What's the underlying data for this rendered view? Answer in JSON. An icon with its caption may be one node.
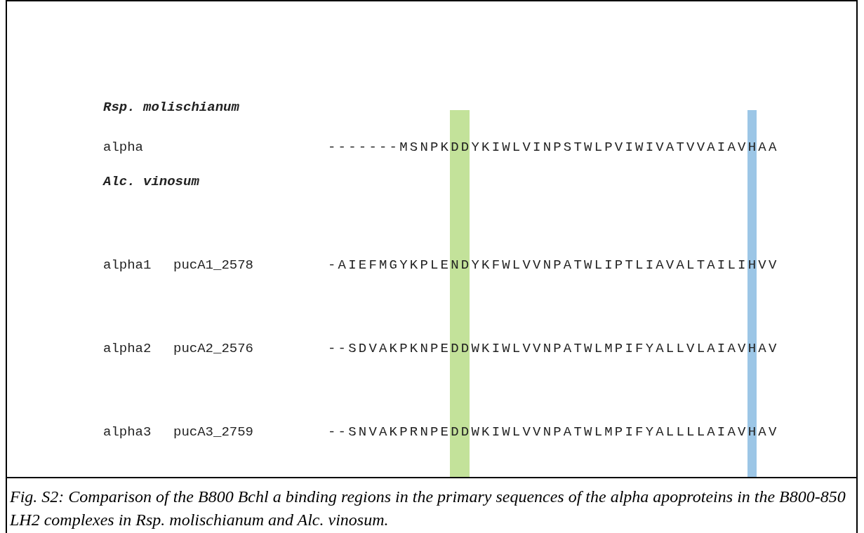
{
  "diagram": {
    "caption": "Fig. S2: Comparison of the B800 Bchl a binding regions in the primary sequences of the alpha apoproteins in the B800-850 LH2 complexes in Rsp. molischianum and Alc. vinosum.",
    "labels": [
      "Rsp. molischianum",
      "alpha",
      "-------MSNPKDDYKIWLVINPSTWLPVIWIVATVVAIAVHAA",
      "Alc. vinosum",
      "alpha1",
      "pucA1_2578",
      "-AIEFMGYKPLENDYKFWLVVNPATWLIPTLIAVALTAILIHVV",
      "alpha2",
      "pucA2_2576",
      "--SDVAKPKNPEDDWKIWLVVNPATWLMPIFYALLVLAIAVHAV",
      "alpha3",
      "pucA3_2759",
      "--SNVAKPRNPEDDWKIWLVVNPATWLMPIFYALLLLAIAVHAV"
    ]
  }
}
